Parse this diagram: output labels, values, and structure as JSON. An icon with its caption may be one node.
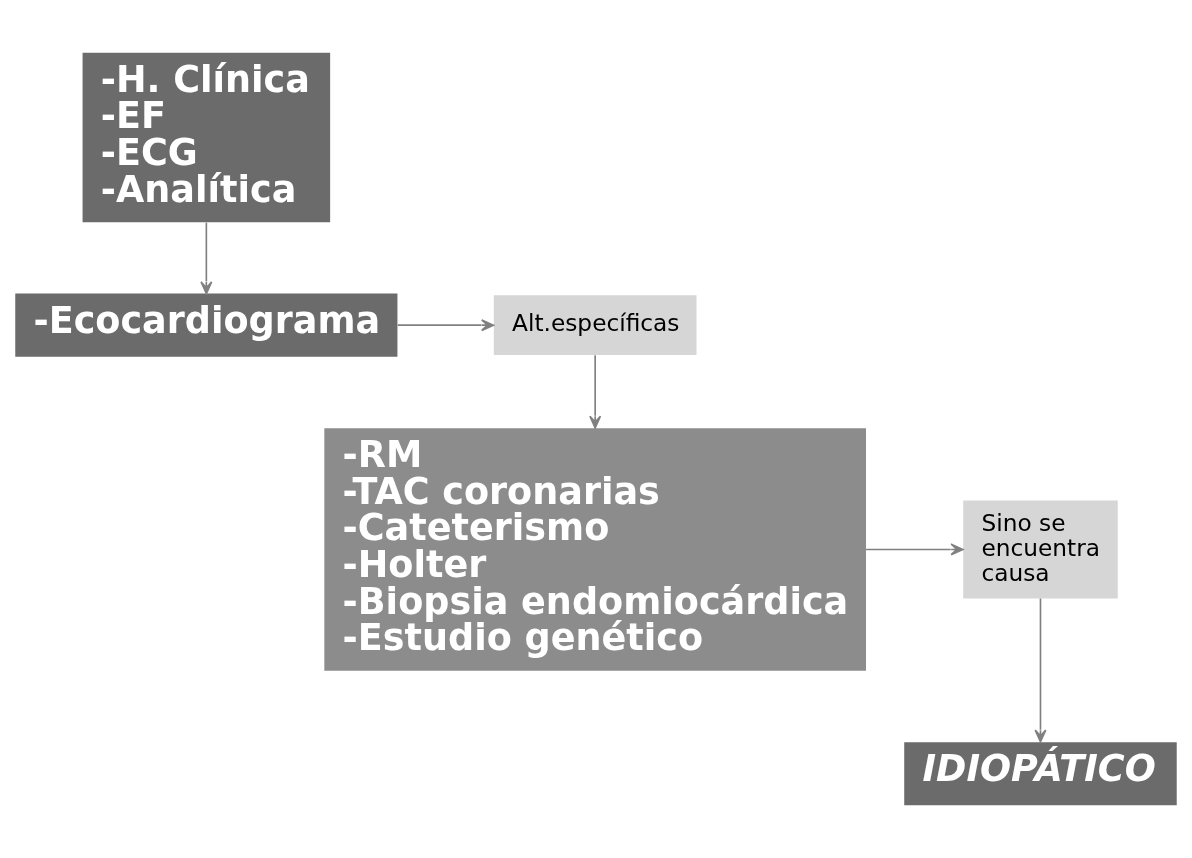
{
  "diagram": {
    "nodes": [
      {
        "text": [
          "-H. Clínica",
          "-EF",
          "-ECG",
          "-Analítica"
        ]
      },
      {
        "text": [
          "-Ecocardiograma"
        ]
      },
      {
        "text": [
          "Alt.específicas"
        ]
      },
      {
        "text": [
          "-RM",
          "-TAC coronarias",
          "-Cateterismo",
          "-Holter",
          "-Biopsia endomiocárdica",
          "-Estudio genético"
        ]
      },
      {
        "text": [
          "Sino se encuentra causa"
        ]
      },
      {
        "text": [
          "IDIOPÁTICO"
        ]
      }
    ],
    "edges": [
      {
        "from": 0,
        "to": 1,
        "arrow": "to"
      },
      {
        "from": 1,
        "to": 2,
        "arrow": "to"
      },
      {
        "from": 2,
        "to": 3,
        "arrow": "to"
      },
      {
        "from": 3,
        "to": 4,
        "arrow": "to"
      },
      {
        "from": 4,
        "to": 5,
        "arrow": "to"
      }
    ]
  }
}
